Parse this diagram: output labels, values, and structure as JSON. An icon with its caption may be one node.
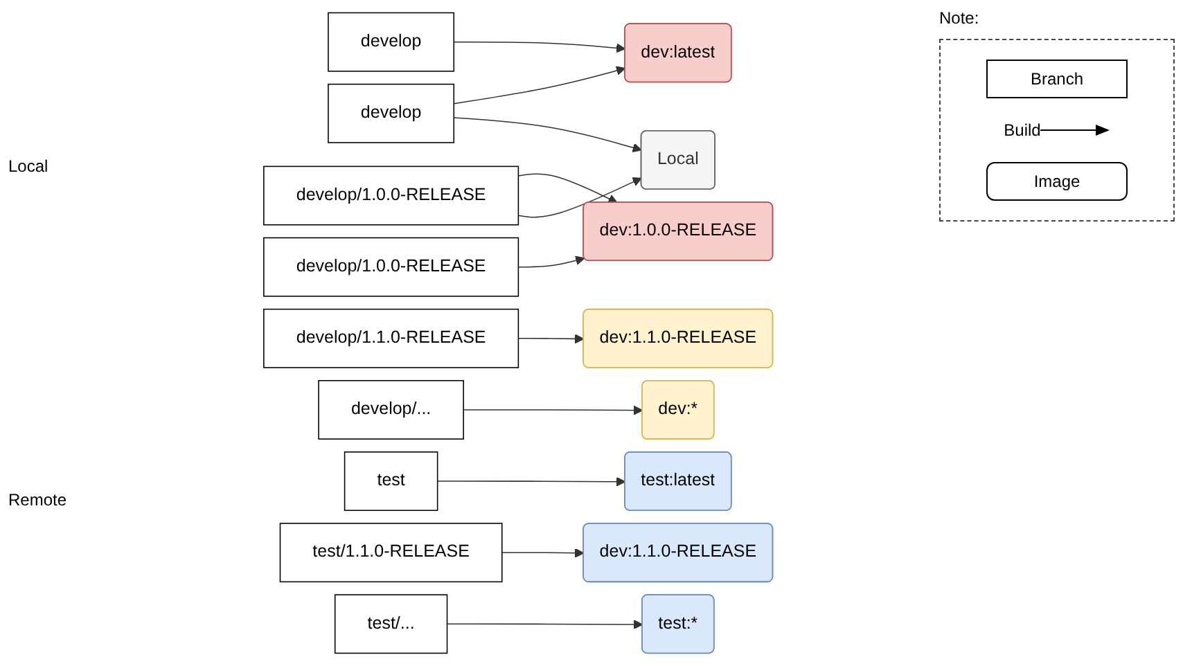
{
  "diagram": {
    "nodes": [
      {
        "text": [
          "develop"
        ]
      },
      {
        "text": [
          "develop/1.0.0-RELEASE"
        ]
      },
      {
        "text": [
          "Local"
        ]
      },
      {
        "text": [
          "develop"
        ]
      },
      {
        "text": [
          "dev:latest"
        ]
      },
      {
        "text": [
          "develop/1.0.0-RELEASE"
        ]
      },
      {
        "text": [
          "dev:1.0.0-RELEASE"
        ]
      },
      {
        "text": [
          "develop/1.1.0-RELEASE"
        ]
      },
      {
        "text": [
          "dev:1.1.0-RELEASE"
        ]
      },
      {
        "text": [
          "develop/..."
        ]
      },
      {
        "text": [
          "dev:*"
        ]
      },
      {
        "text": [
          "test"
        ]
      },
      {
        "text": [
          "test:latest"
        ]
      },
      {
        "text": [
          "test/1.1.0-RELEASE"
        ]
      },
      {
        "text": [
          "dev:1.1.0-RELEASE"
        ]
      },
      {
        "text": [
          "test/..."
        ]
      },
      {
        "text": [
          "test:*"
        ]
      }
    ],
    "edges": [
      {
        "from": 0,
        "to": 2,
        "arrow": "to"
      },
      {
        "from": 0,
        "to": 4,
        "arrow": "to"
      },
      {
        "from": 1,
        "to": 2,
        "arrow": "to"
      },
      {
        "from": 1,
        "to": 6,
        "arrow": "to"
      },
      {
        "from": 3,
        "to": 4,
        "arrow": "to"
      },
      {
        "from": 5,
        "to": 6,
        "arrow": "to"
      },
      {
        "from": 7,
        "to": 8,
        "arrow": "to"
      },
      {
        "from": 9,
        "to": 10,
        "arrow": "to"
      },
      {
        "from": 11,
        "to": 12,
        "arrow": "to"
      },
      {
        "from": 13,
        "to": 14,
        "arrow": "to"
      },
      {
        "from": 15,
        "to": 16,
        "arrow": "to"
      }
    ],
    "labels": [
      "Local",
      "Remote",
      "Note:"
    ],
    "legend": [
      {
        "text": "Branch"
      },
      {
        "text": "Build"
      },
      {
        "text": "Image"
      }
    ]
  }
}
